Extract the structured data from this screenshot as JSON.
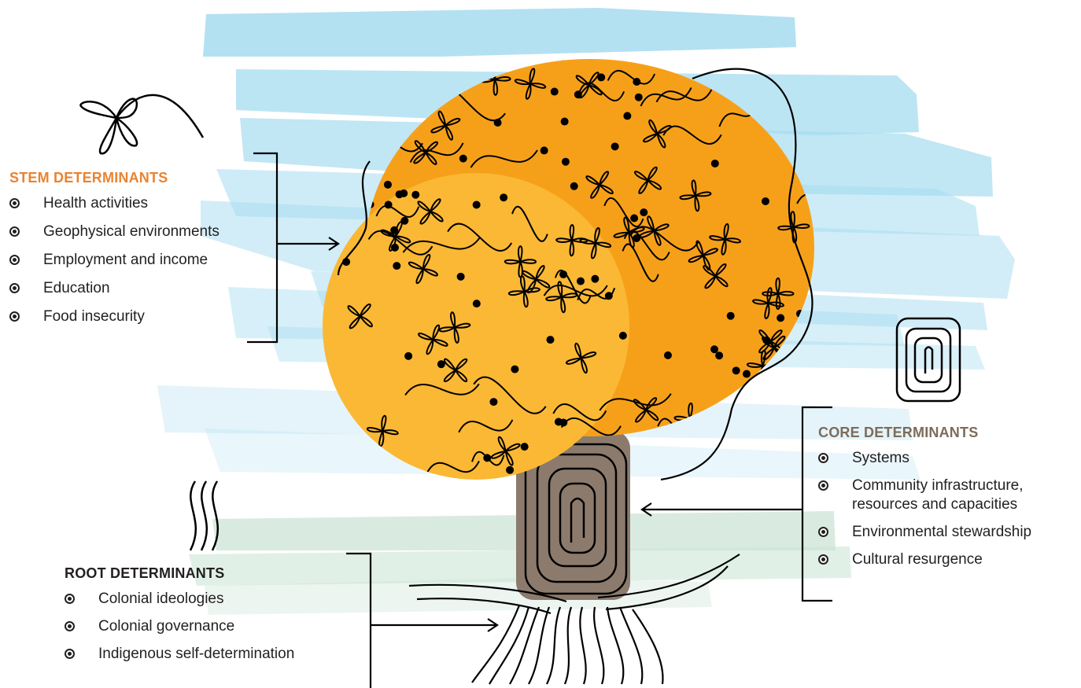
{
  "colors": {
    "stem": "#e98331",
    "core": "#7e6b5a",
    "root": "#231f20",
    "crown_outer": "#f6a01a",
    "crown_inner": "#fbb834",
    "trunk": "#8c7b6d",
    "sky": "#a6dcf0",
    "grass": "#c9e3d3"
  },
  "icons": [
    "leaf-sprig-icon",
    "spiral-square-icon",
    "wavy-lines-icon",
    "bullet-target-icon",
    "bracket-arrow-icon"
  ],
  "stem": {
    "heading": "STEM DETERMINANTS",
    "items": [
      "Health activities",
      "Geophysical environments",
      "Employment and income",
      "Education",
      "Food insecurity"
    ]
  },
  "core": {
    "heading": "CORE DETERMINANTS",
    "items": [
      "Systems",
      "Community infrastructure,\nresources and capacities",
      "Environmental stewardship",
      "Cultural resurgence"
    ]
  },
  "root": {
    "heading": "ROOT DETERMINANTS",
    "items": [
      "Colonial ideologies",
      "Colonial governance",
      "Indigenous self-determination"
    ]
  }
}
